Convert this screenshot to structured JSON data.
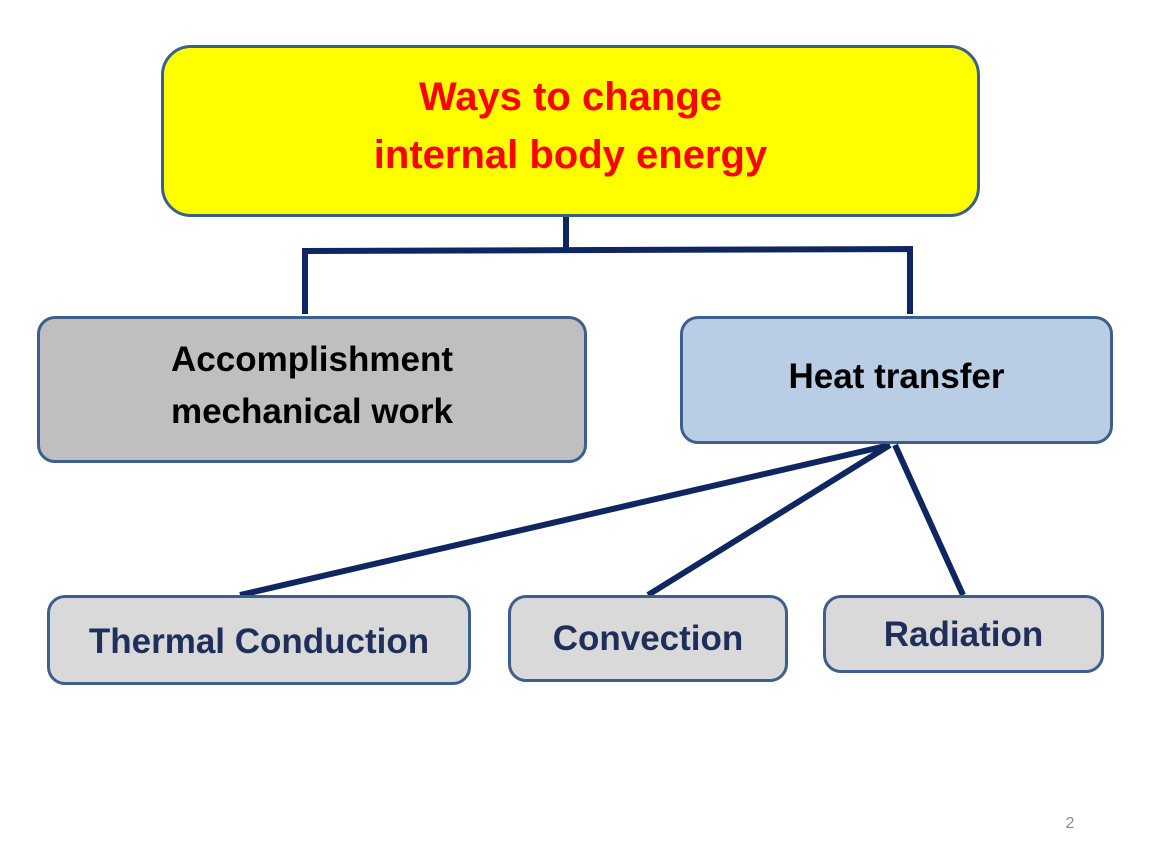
{
  "colors": {
    "connector": "#0f2660",
    "box_border": "#3d5f8c",
    "root_fill": "#ffff00",
    "root_text": "#ff0000",
    "work_fill": "#bfbfbf",
    "work_text": "#000000",
    "heat_fill": "#b9cde5",
    "heat_text": "#000000",
    "method_fill": "#d9d9d9",
    "method_text": "#1f2f5c",
    "page_number_text": "#8a8a8a"
  },
  "root": {
    "line1": "Ways to change",
    "line2": "internal body energy"
  },
  "branches": {
    "work": {
      "line1": "Accomplishment",
      "line2": "mechanical work"
    },
    "heat": {
      "label": "Heat transfer"
    }
  },
  "methods": {
    "conduction": "Thermal Conduction",
    "convection": "Convection",
    "radiation": "Radiation"
  },
  "page_number": "2"
}
